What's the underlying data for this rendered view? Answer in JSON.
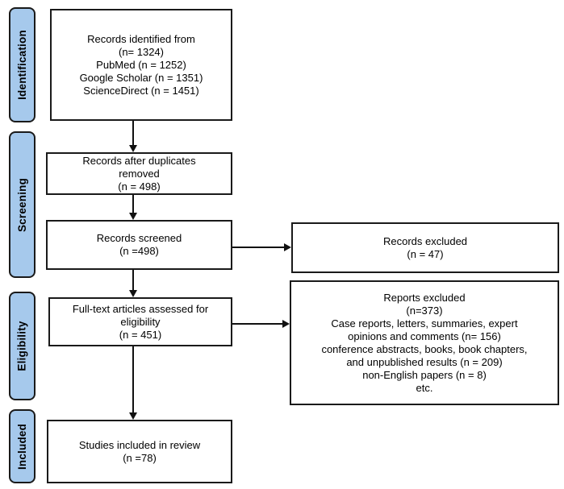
{
  "colors": {
    "stage_fill": "#a6c9ec",
    "stage_border": "#1a1a1a",
    "box_border": "#1a1a1a",
    "arrow": "#111111",
    "text": "#000000",
    "background": "#ffffff"
  },
  "stages": [
    {
      "label": "Identification"
    },
    {
      "label": "Screening"
    },
    {
      "label": "Eligibility"
    },
    {
      "label": "Included"
    }
  ],
  "boxes": {
    "records_identified": {
      "lines": [
        "Records identified from",
        "(n= 1324)",
        "PubMed (n = 1252)",
        "Google Scholar (n = 1351)",
        "ScienceDirect (n = 1451)"
      ]
    },
    "duplicates_removed": {
      "lines": [
        "Records after duplicates",
        "removed",
        "(n = 498)"
      ]
    },
    "records_screened": {
      "lines": [
        "Records screened",
        "(n =498)"
      ]
    },
    "records_excluded": {
      "lines": [
        "Records excluded",
        "(n = 47)"
      ]
    },
    "fulltext_assessed": {
      "lines": [
        "Full-text articles assessed for",
        "eligibility",
        "(n = 451)"
      ]
    },
    "reports_excluded": {
      "lines": [
        "Reports excluded",
        "(n=373)",
        "Case reports, letters, summaries, expert",
        "opinions and comments (n= 156)",
        "conference abstracts, books, book chapters,",
        "and unpublished results (n = 209)",
        "non-English papers (n = 8)",
        "etc."
      ]
    },
    "studies_included": {
      "lines": [
        "Studies included in review",
        "(n =78)"
      ]
    }
  }
}
